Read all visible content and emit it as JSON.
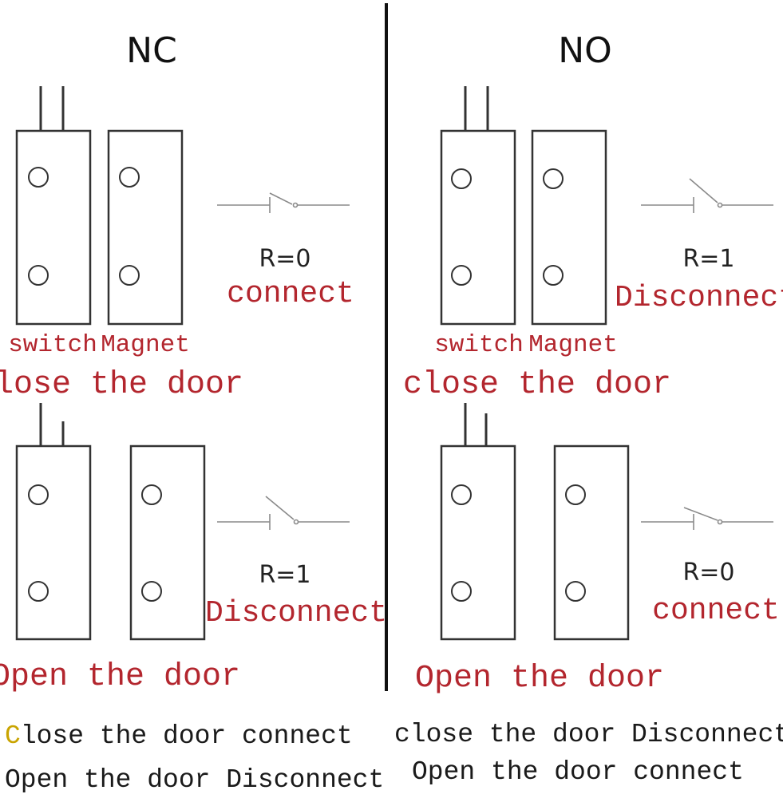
{
  "nc": {
    "title": "NC",
    "closed": {
      "part_switch": "switch",
      "part_magnet": "Magnet",
      "door_label": "close the door",
      "resistance": "R=0",
      "state": "connect"
    },
    "open": {
      "door_label": "Open the door",
      "resistance": "R=1",
      "state": "Disconnect"
    }
  },
  "no": {
    "title": "NO",
    "closed": {
      "part_switch": "switch",
      "part_magnet": "Magnet",
      "door_label": "close the door",
      "resistance": "R=1",
      "state": "Disconnect"
    },
    "open": {
      "door_label": "Open the door",
      "resistance": "R=0",
      "state": "connect"
    }
  },
  "summary": {
    "nc_line1_initial": "C",
    "nc_line1_rest": "lose the door connect",
    "nc_line2": "Open the door Disconnect",
    "no_line1": "close the door Disconnect",
    "no_line2": "Open the door connect"
  },
  "colors": {
    "label_red": "#b3262e",
    "summary_accent": "#c9a400",
    "summary_text": "#1a1a1a"
  }
}
